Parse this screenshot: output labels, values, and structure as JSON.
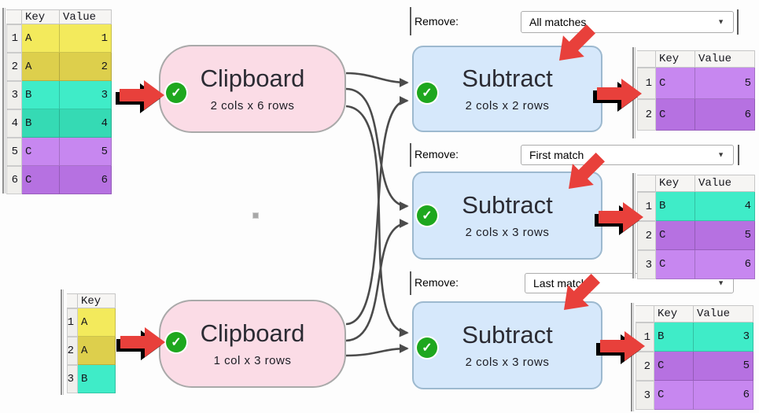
{
  "colors": {
    "canvas-bg": "#fdfdfd",
    "row-yellow-light": "#f3ea5c",
    "row-yellow-dark": "#ddcf4c",
    "row-teal-light": "#3fecc8",
    "row-teal-dark": "#35dab4",
    "row-purple-light": "#c787f0",
    "row-purple-dark": "#b671e1",
    "node-clipboard-bg": "#fbdce6",
    "node-clipboard-border": "#a9a9a9",
    "node-subtract-bg": "#d6e8fb",
    "node-subtract-border": "#9db9cf",
    "status-ok-green": "#1ea71e",
    "connector-gray": "#4b4b4b",
    "arrow-red": "#e8403b",
    "header-bg": "#f6f5f3",
    "rownum-bg": "#f0efec"
  },
  "icons": {
    "check": "✓",
    "chevron-down": "▼"
  },
  "nodes": {
    "clipboard1": {
      "title": "Clipboard",
      "subtitle": "2 cols x 6 rows"
    },
    "clipboard2": {
      "title": "Clipboard",
      "subtitle": "1 col x 3 rows"
    },
    "subtract1": {
      "title": "Subtract",
      "subtitle": "2 cols x 2 rows"
    },
    "subtract2": {
      "title": "Subtract",
      "subtitle": "2 cols x 3 rows"
    },
    "subtract3": {
      "title": "Subtract",
      "subtitle": "2 cols x 3 rows"
    }
  },
  "options": {
    "row1": {
      "label": "Remove:",
      "value": "All matches"
    },
    "row2": {
      "label": "Remove:",
      "value": "First match"
    },
    "row3": {
      "label": "Remove:",
      "value": "Last match"
    }
  },
  "tables": {
    "source1": {
      "headers": {
        "key": "Key",
        "value": "Value"
      },
      "rows": [
        {
          "num": "1",
          "key": "A",
          "value": "1"
        },
        {
          "num": "2",
          "key": "A",
          "value": "2"
        },
        {
          "num": "3",
          "key": "B",
          "value": "3"
        },
        {
          "num": "4",
          "key": "B",
          "value": "4"
        },
        {
          "num": "5",
          "key": "C",
          "value": "5"
        },
        {
          "num": "6",
          "key": "C",
          "value": "6"
        }
      ]
    },
    "source2": {
      "headers": {
        "key": "Key"
      },
      "rows": [
        {
          "num": "1",
          "key": "A"
        },
        {
          "num": "2",
          "key": "A"
        },
        {
          "num": "3",
          "key": "B"
        }
      ]
    },
    "result1": {
      "headers": {
        "key": "Key",
        "value": "Value"
      },
      "rows": [
        {
          "num": "1",
          "key": "C",
          "value": "5"
        },
        {
          "num": "2",
          "key": "C",
          "value": "6"
        }
      ]
    },
    "result2": {
      "headers": {
        "key": "Key",
        "value": "Value"
      },
      "rows": [
        {
          "num": "1",
          "key": "B",
          "value": "4"
        },
        {
          "num": "2",
          "key": "C",
          "value": "5"
        },
        {
          "num": "3",
          "key": "C",
          "value": "6"
        }
      ]
    },
    "result3": {
      "headers": {
        "key": "Key",
        "value": "Value"
      },
      "rows": [
        {
          "num": "1",
          "key": "B",
          "value": "3"
        },
        {
          "num": "2",
          "key": "C",
          "value": "5"
        },
        {
          "num": "3",
          "key": "C",
          "value": "6"
        }
      ]
    }
  }
}
